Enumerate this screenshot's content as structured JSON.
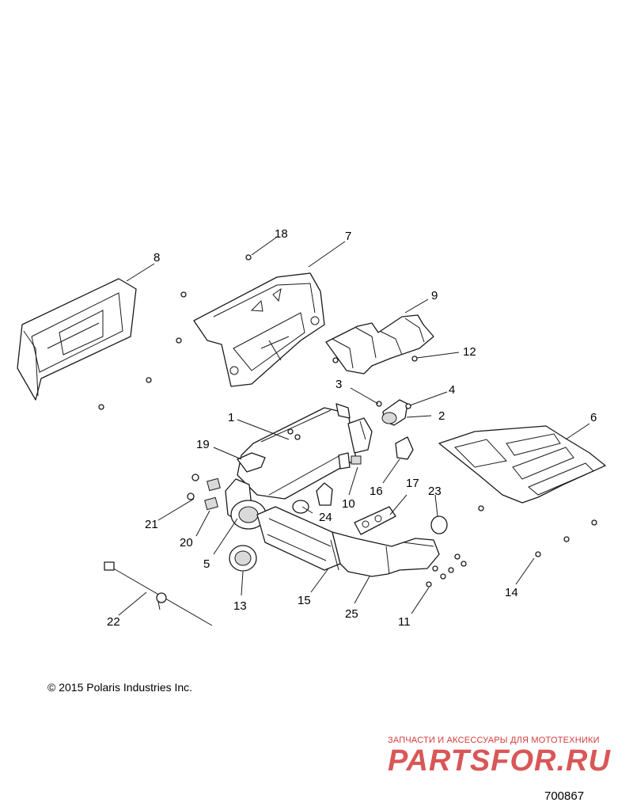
{
  "diagram": {
    "callouts": [
      {
        "id": "1",
        "label": "1"
      },
      {
        "id": "2",
        "label": "2"
      },
      {
        "id": "3",
        "label": "3"
      },
      {
        "id": "4",
        "label": "4"
      },
      {
        "id": "5",
        "label": "5"
      },
      {
        "id": "6",
        "label": "6"
      },
      {
        "id": "7",
        "label": "7"
      },
      {
        "id": "8",
        "label": "8"
      },
      {
        "id": "9",
        "label": "9"
      },
      {
        "id": "10",
        "label": "10"
      },
      {
        "id": "11",
        "label": "11"
      },
      {
        "id": "12",
        "label": "12"
      },
      {
        "id": "13",
        "label": "13"
      },
      {
        "id": "14",
        "label": "14"
      },
      {
        "id": "15",
        "label": "15"
      },
      {
        "id": "16",
        "label": "16"
      },
      {
        "id": "17",
        "label": "17"
      },
      {
        "id": "18",
        "label": "18"
      },
      {
        "id": "19",
        "label": "19"
      },
      {
        "id": "20",
        "label": "20"
      },
      {
        "id": "21",
        "label": "21"
      },
      {
        "id": "22",
        "label": "22"
      },
      {
        "id": "23",
        "label": "23"
      },
      {
        "id": "24",
        "label": "24"
      },
      {
        "id": "25",
        "label": "25"
      }
    ]
  },
  "footer": {
    "copyright": "© 2015 Polaris Industries Inc.",
    "figure_number": "700867"
  },
  "watermark": {
    "tagline": "ЗАПЧАСТИ И АКСЕССУАРЫ ДЛЯ МОТОТЕХНИКИ",
    "logo": "PARTSFOR.RU"
  }
}
